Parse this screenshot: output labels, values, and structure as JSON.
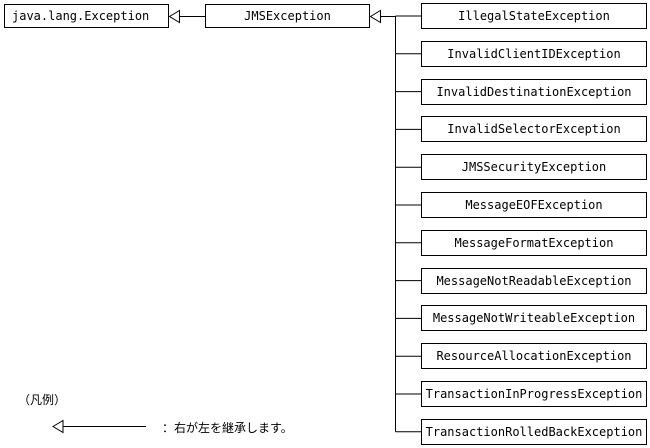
{
  "root": "java.lang.Exception",
  "parent": "JMSException",
  "subclasses": [
    "IllegalStateException",
    "InvalidClientIDException",
    "InvalidDestinationException",
    "InvalidSelectorException",
    "JMSSecurityException",
    "MessageEOFException",
    "MessageFormatException",
    "MessageNotReadableException",
    "MessageNotWriteableException",
    "ResourceAllocationException",
    "TransactionInProgressException",
    "TransactionRolledBackException"
  ],
  "legend": {
    "title": "（凡例）",
    "text": "：右が左を継承します。"
  }
}
